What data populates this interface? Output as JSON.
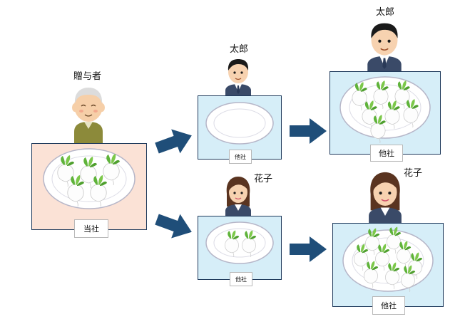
{
  "people": {
    "donor": "贈与者",
    "taro": "太郎",
    "hanako": "花子"
  },
  "tags": {
    "our_company": "当社",
    "other_company": "他社"
  },
  "colors": {
    "pink_box": "#fbe2d6",
    "blue_box": "#d6eef8",
    "arrow": "#1f4e79",
    "box_border": "#1f3a5c"
  },
  "icons": [
    "grandfather-icon",
    "man-icon",
    "woman-icon",
    "plate-icon",
    "turnip-icon",
    "arrow-right-icon"
  ]
}
